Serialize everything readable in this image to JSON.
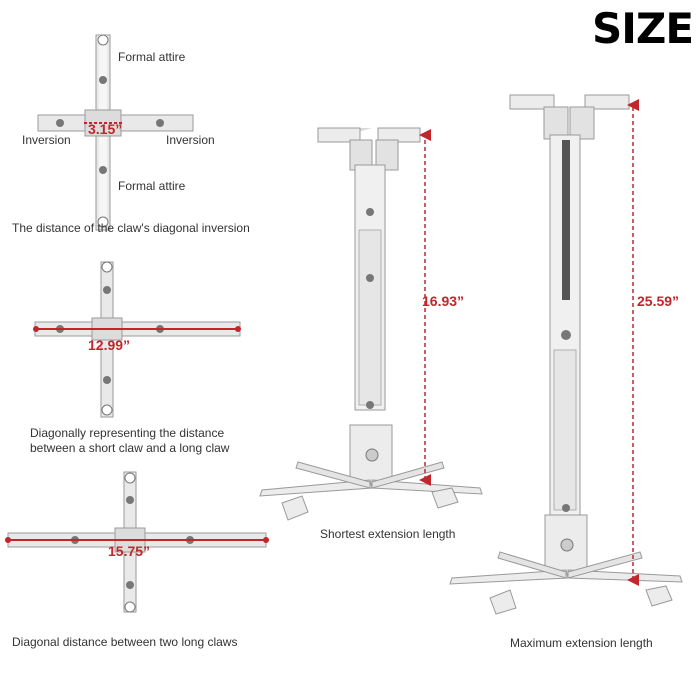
{
  "title": "SIZE",
  "cross1": {
    "label_top": "Formal attire",
    "label_bottom": "Formal attire",
    "label_left": "Inversion",
    "label_right": "Inversion",
    "measure": "3.15”",
    "caption": "The distance of the claw's diagonal inversion"
  },
  "cross2": {
    "measure": "12.99”",
    "caption_line1": "Diagonally representing the distance",
    "caption_line2": "between a short claw and a long claw"
  },
  "cross3": {
    "measure": "15.75”",
    "caption": "Diagonal distance between two long claws"
  },
  "mount_short": {
    "measure": "16.93”",
    "caption": "Shortest extension length"
  },
  "mount_long": {
    "measure": "25.59”",
    "caption": "Maximum extension length"
  },
  "colors": {
    "accent": "#c0262b",
    "metal": "#e9e9e9",
    "outline": "#9a9a9a"
  }
}
